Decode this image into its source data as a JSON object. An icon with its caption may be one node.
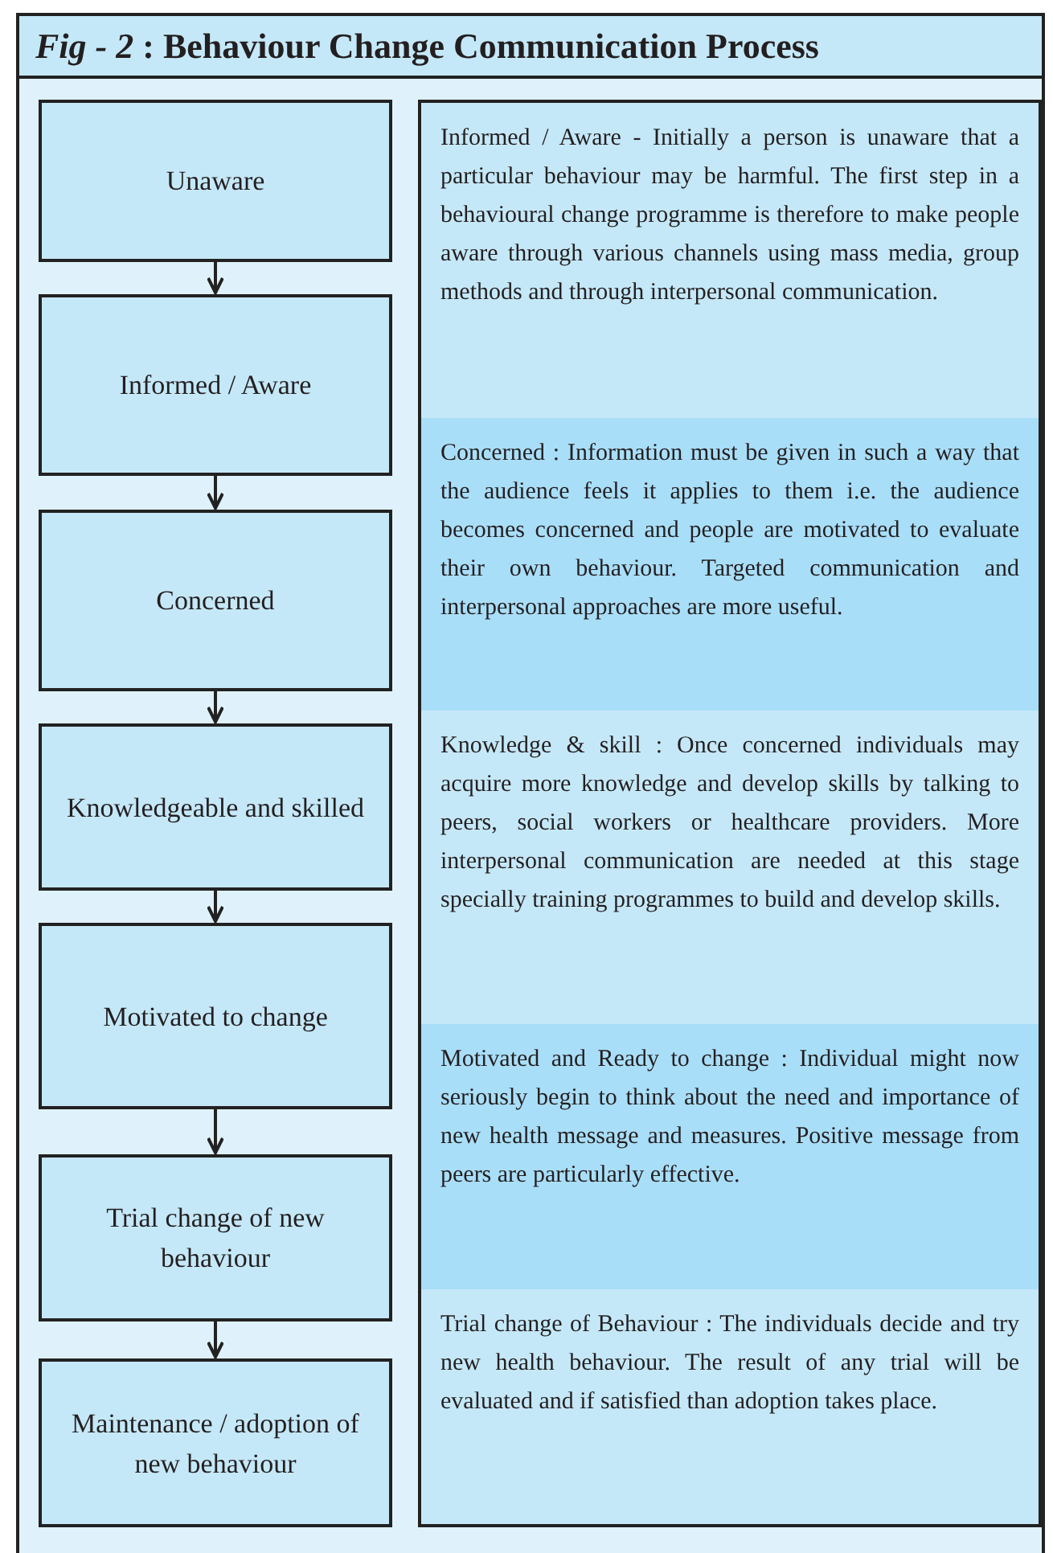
{
  "diagram": {
    "title": "*Fig - 2* : Behaviour Change Communication Process",
    "nodes": [
      {
        "text": [
          "Unaware"
        ]
      },
      {
        "text": [
          "Informed / Aware"
        ]
      },
      {
        "text": [
          "Concerned"
        ]
      },
      {
        "text": [
          "Knowledgeable and skilled"
        ]
      },
      {
        "text": [
          "Motivated to change"
        ]
      },
      {
        "text": [
          "Trial change of new behaviour"
        ]
      },
      {
        "text": [
          "Maintenance / adoption of new behaviour"
        ]
      },
      {
        "text": [],
        "shape": "box"
      },
      {
        "text": [
          "Informed / Aware - Initially a person is unaware that a particular behaviour may be harmful. The first step in a behavioural change programme is therefore to make people aware through various channels using mass media, group methods and through interpersonal communication."
        ],
        "in": 7
      },
      {
        "text": [
          "Concerned : Information must be given in such a way that the audience feels it applies to them i.e. the audience becomes concerned and people are motivated to evaluate their own behaviour. Targeted communication and interpersonal approaches are more useful."
        ],
        "in": 7
      },
      {
        "text": [
          "Knowledge & skill : Once concerned individuals may acquire more knowledge and develop skills by talking to peers, social workers or healthcare providers. More interpersonal communication are needed at this stage specially training programmes to build and develop skills."
        ],
        "in": 7
      },
      {
        "text": [
          "Motivated and Ready to change : Individual might now seriously begin to think about the need and importance of new health message and measures. Positive message from peers are particularly effective."
        ],
        "in": 7
      },
      {
        "text": [
          "Trial change of Behaviour : The individuals decide and try new health behaviour. The result of any trial will be evaluated and if satisfied than adoption takes place."
        ],
        "in": 7
      }
    ],
    "edges": [
      {
        "from": 0,
        "to": 1,
        "arrow": "to"
      },
      {
        "from": 1,
        "to": 2,
        "arrow": "to"
      },
      {
        "from": 2,
        "to": 3,
        "arrow": "to"
      },
      {
        "from": 3,
        "to": 4,
        "arrow": "to"
      },
      {
        "from": 4,
        "to": 5,
        "arrow": "to"
      },
      {
        "from": 5,
        "to": 6,
        "arrow": "to"
      }
    ]
  }
}
